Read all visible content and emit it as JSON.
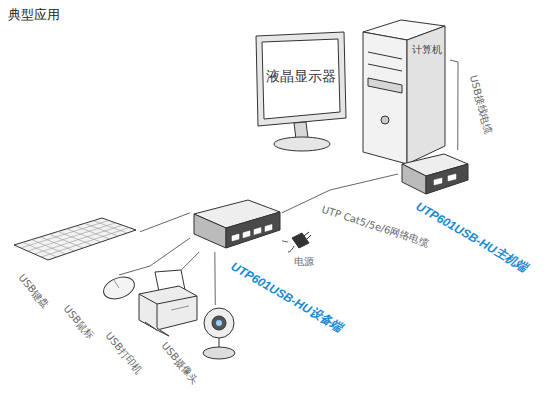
{
  "diagram": {
    "title": "典型应用",
    "nodes": [
      {
        "text": [
          "液晶显示器"
        ]
      },
      {
        "text": [
          "计算机"
        ]
      },
      {
        "text": [
          "UTP601USB-HU主机端"
        ]
      },
      {
        "text": [
          "UTP601USB-HU设备端"
        ]
      },
      {
        "text": [
          "电源"
        ]
      },
      {
        "text": [
          "USB键盘"
        ]
      },
      {
        "text": [
          "USB鼠标"
        ]
      },
      {
        "text": [
          "USB打印机"
        ]
      },
      {
        "text": [
          "USB摄像头"
        ]
      }
    ],
    "edges": [
      {
        "from": 1,
        "to": 2,
        "label": "USB接线电缆",
        "arrow": "none"
      },
      {
        "from": 2,
        "to": 3,
        "label": "UTP Cat5/5e/6网络电缆",
        "arrow": "none"
      },
      {
        "from": 3,
        "to": 4,
        "arrow": "none"
      },
      {
        "from": 3,
        "to": 5,
        "arrow": "none"
      },
      {
        "from": 3,
        "to": 6,
        "arrow": "none"
      },
      {
        "from": 3,
        "to": 7,
        "arrow": "none"
      },
      {
        "from": 3,
        "to": 8,
        "arrow": "none"
      }
    ]
  }
}
